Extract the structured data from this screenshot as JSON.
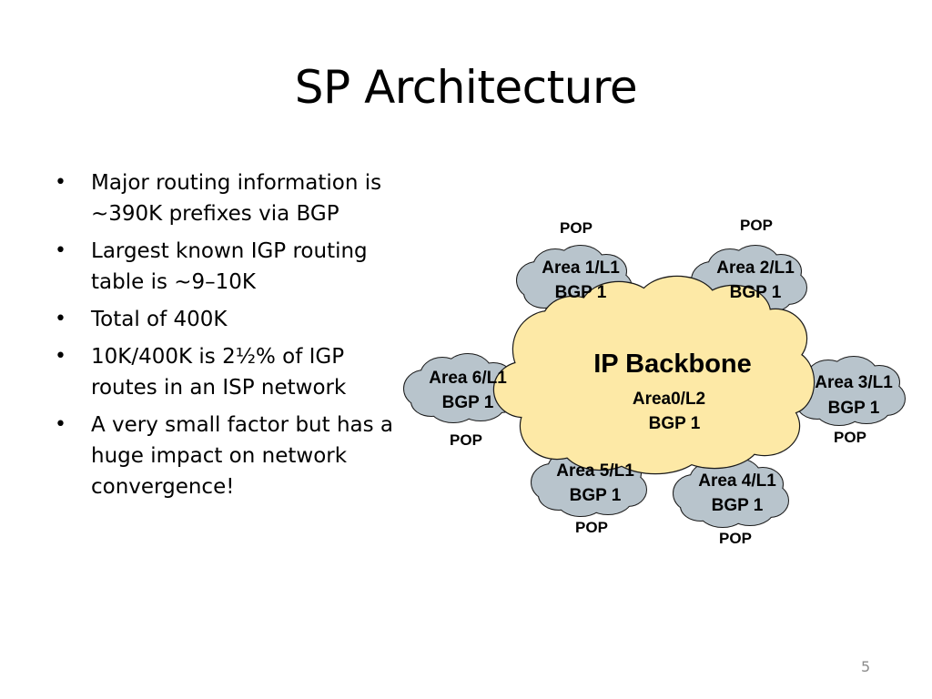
{
  "slide": {
    "title": "SP Architecture",
    "page_number": "5"
  },
  "bullets": [
    "Major routing information is ~390K prefixes via BGP",
    "Largest known IGP routing table is ~9–10K",
    "Total of 400K",
    "10K/400K is 2½% of IGP routes in an ISP network",
    "A very small factor but has a huge impact on network convergence!"
  ],
  "diagram": {
    "backbone": {
      "title": "IP Backbone",
      "area": "Area0/L2",
      "bgp": "BGP 1"
    },
    "areas": [
      {
        "id": "area1",
        "line1": "Area 1/L1",
        "line2": "BGP 1",
        "pop": "POP"
      },
      {
        "id": "area2",
        "line1": "Area 2/L1",
        "line2": "BGP 1",
        "pop": "POP"
      },
      {
        "id": "area3",
        "line1": "Area 3/L1",
        "line2": "BGP 1",
        "pop": "POP"
      },
      {
        "id": "area4",
        "line1": "Area 4/L1",
        "line2": "BGP 1",
        "pop": "POP"
      },
      {
        "id": "area5",
        "line1": "Area 5/L1",
        "line2": "BGP 1",
        "pop": "POP"
      },
      {
        "id": "area6",
        "line1": "Area 6/L1",
        "line2": "BGP 1",
        "pop": "POP"
      }
    ],
    "colors": {
      "backbone_fill": "#fde9a6",
      "area_fill": "#b8c4cc",
      "outline": "#1a1a1a"
    }
  }
}
